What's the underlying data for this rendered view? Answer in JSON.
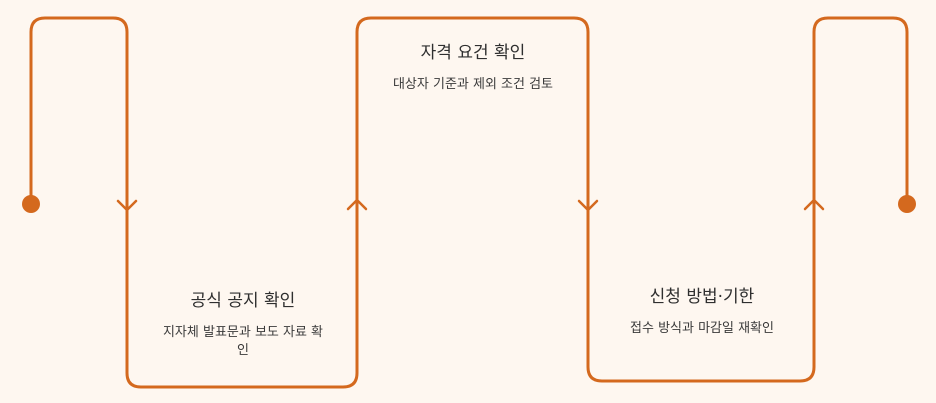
{
  "diagram": {
    "accent_color": "#d4691e",
    "background_color": "#fef7f0",
    "steps": [
      {
        "title": "공식 공지 확인",
        "description": "지자체 발표문과 보도 자료 확인"
      },
      {
        "title": "자격 요건 확인",
        "description": "대상자 기준과 제외 조건 검토"
      },
      {
        "title": "신청 방법·기한",
        "description": "접수 방식과 마감일 재확인"
      }
    ]
  }
}
